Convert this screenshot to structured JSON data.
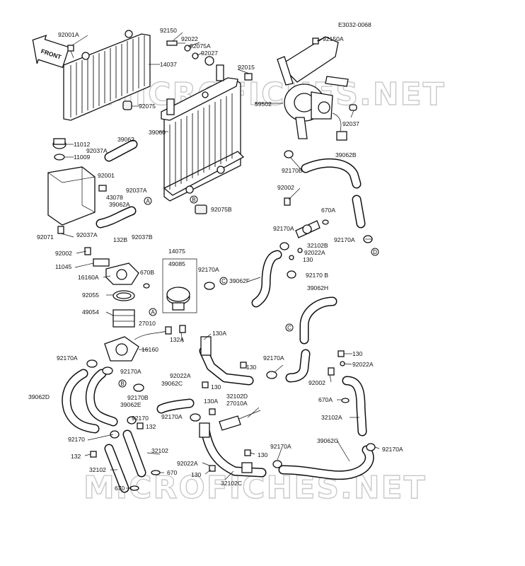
{
  "diagram_code": "E3032-0068",
  "front_arrow": "FRONT",
  "watermarks": [
    "MICROFICHES.NET",
    "MICROFICHES.NET"
  ],
  "parts": {
    "p92001A": "92001A",
    "p14037": "14037",
    "p92075": "92075",
    "p92150": "92150",
    "p92022_top": "92022",
    "p92075A": "92075A",
    "p92027": "92027",
    "p92015": "92015",
    "p92150A": "92150A",
    "p59502": "59502",
    "p92037": "92037",
    "p39060": "39060",
    "p39062_top": "39062",
    "p11012": "11012",
    "p92037A_1": "92037A",
    "p11009": "11009",
    "p92001": "92001",
    "p92037A_2": "92037A",
    "p43078": "43078",
    "p39062A": "39062A",
    "p92071": "92071",
    "p92037A_3": "92037A",
    "p132B": "132B",
    "p92037B": "92037B",
    "p92075B": "92075B",
    "p92170B_top": "92170B",
    "p39062B": "39062B",
    "p92002_top": "92002",
    "p670A_top": "670A",
    "p92170A_r1": "92170A",
    "p32102B": "32102B",
    "p92022A_mid": "92022A",
    "p130_mid": "130",
    "p92170B_mid": "92170 B",
    "p39062H": "39062H",
    "p92002_left": "92002",
    "p11045": "11045",
    "p16160A": "16160A",
    "p670B": "670B",
    "p14075": "14075",
    "p49085": "49085",
    "p92170A_c": "92170A",
    "p39062F": "39062F",
    "p92055": "92055",
    "p49054": "49054",
    "p27010": "27010",
    "p132A": "132A",
    "p130A_1": "130A",
    "p16160": "16160",
    "p92170A_l1": "92170A",
    "p92170A_l2": "92170A",
    "p39062D": "39062D",
    "p92170B_l": "92170B",
    "p39062E": "39062E",
    "p92022A_c": "92022A",
    "p39062C": "39062C",
    "p130_c1": "130",
    "p130_c2": "130",
    "p92170A_c2": "92170A",
    "p92170A_r2": "92170A",
    "p130_r": "130",
    "p92022A_r": "92022A",
    "p92002_r": "92002",
    "p670A_r": "670A",
    "p32102A": "32102A",
    "p32102D": "32102D",
    "p27010A": "27010A",
    "p130A_2": "130A",
    "p92170A_c3": "92170A",
    "p92170_l": "92170",
    "p132_l": "132",
    "p92170_l2": "92170",
    "p132_l2": "132",
    "p32102_l": "32102",
    "p32102_l2": "32102",
    "p670_l": "670",
    "p670_l2": "670",
    "p92022A_b": "92022A",
    "p130_b": "130",
    "p130_b2": "130",
    "p32102C": "32102C",
    "p92170A_b": "92170A",
    "p39062G": "39062G",
    "p92170A_b2": "92170A"
  },
  "callouts": {
    "A1": "A",
    "A2": "A",
    "B1": "B",
    "B2": "B",
    "C1": "C",
    "C2": "C",
    "D1": "D"
  }
}
